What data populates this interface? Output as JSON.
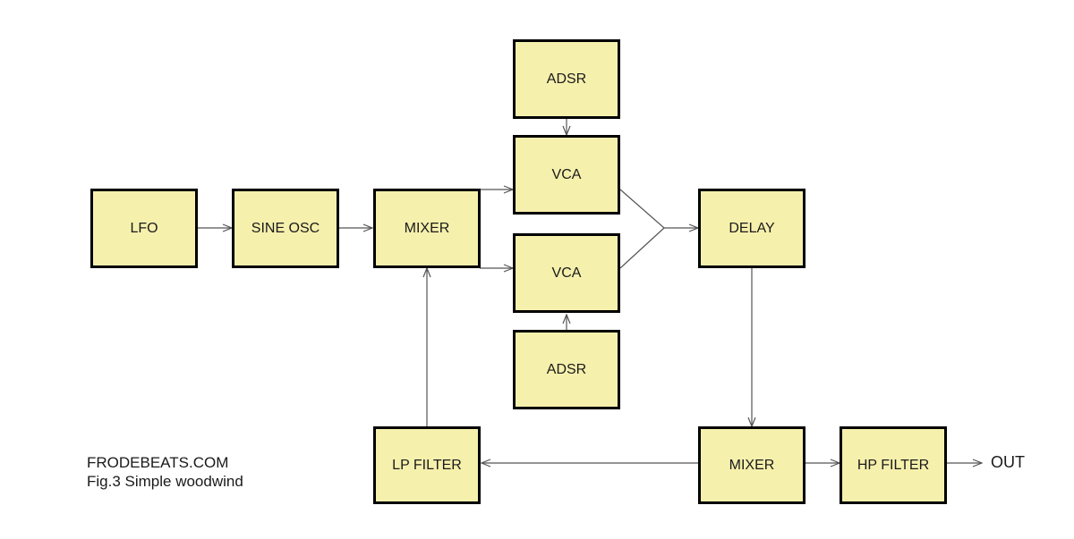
{
  "blocks": {
    "lfo": "LFO",
    "sine_osc": "SINE OSC",
    "mixer_top": "MIXER",
    "adsr_top": "ADSR",
    "vca_top": "VCA",
    "vca_bottom": "VCA",
    "adsr_bottom": "ADSR",
    "delay": "DELAY",
    "lp_filter": "LP FILTER",
    "mixer_bottom": "MIXER",
    "hp_filter": "HP FILTER"
  },
  "output_label": "OUT",
  "caption": {
    "site": "FRODEBEATS.COM",
    "figure": "Fig.3 Simple woodwind"
  },
  "colors": {
    "block_fill": "#f6f0ad",
    "block_border": "#000000",
    "line": "#555555"
  }
}
